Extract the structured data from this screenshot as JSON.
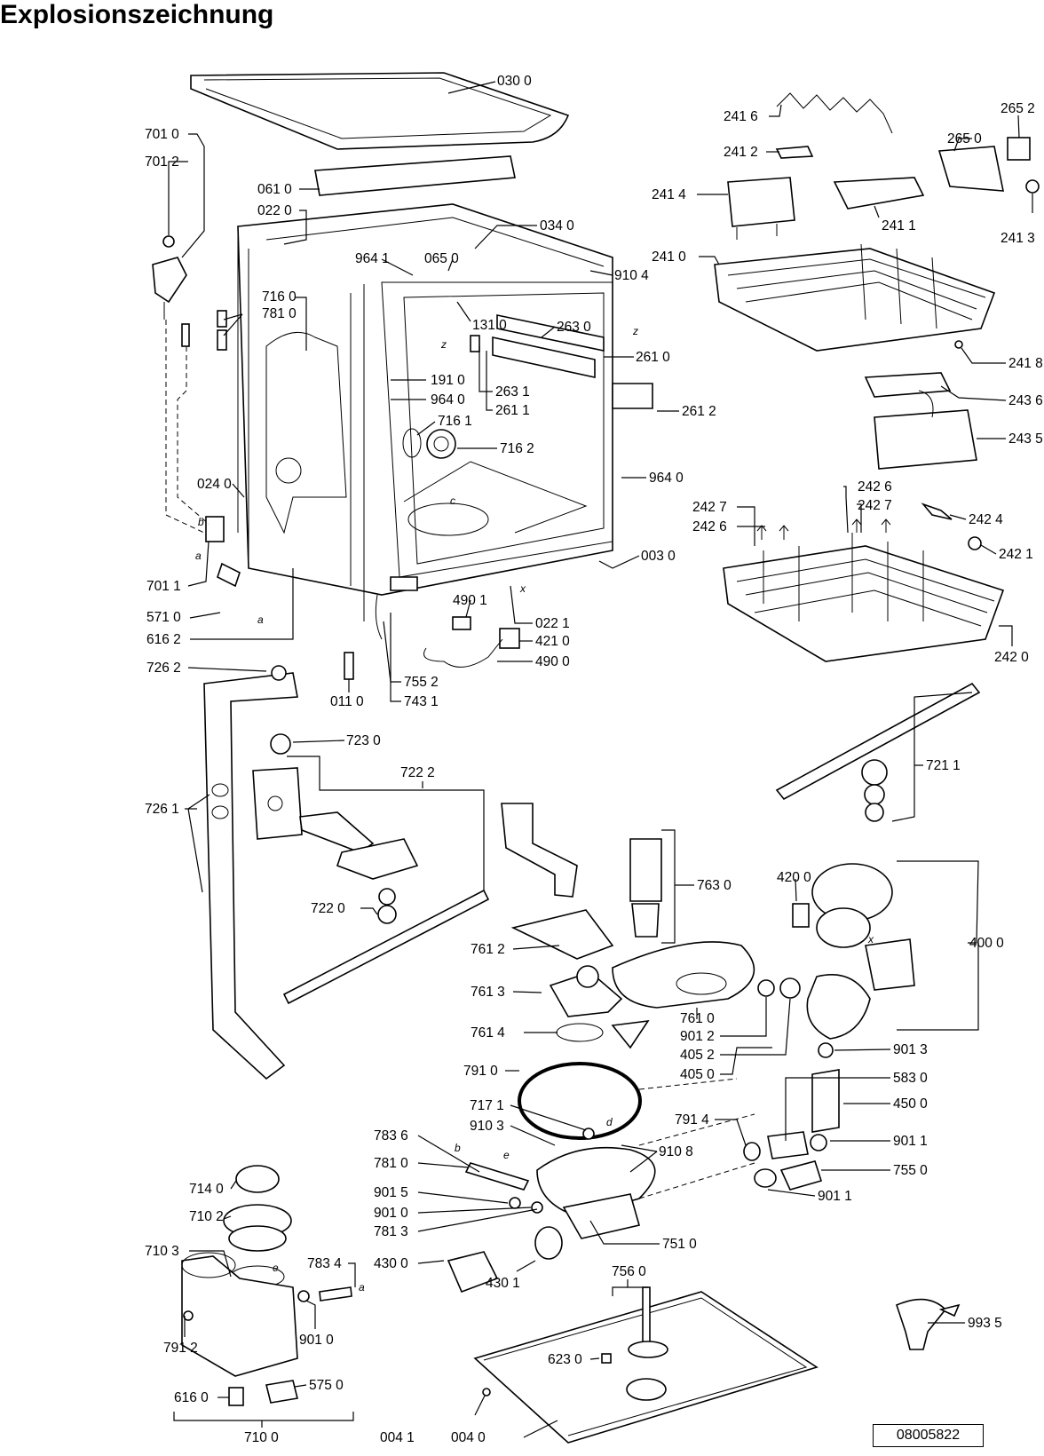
{
  "title": "Explosionszeichnung",
  "document_number": "08005822",
  "letter_marks": [
    "z",
    "z",
    "c",
    "x",
    "b",
    "a",
    "a",
    "x",
    "d",
    "e",
    "b",
    "e",
    "a"
  ],
  "part_labels": {
    "p0300": "030 0",
    "p7010": "701 0",
    "p7012": "701 2",
    "p0610": "061 0",
    "p0220": "022 0",
    "p0340": "034 0",
    "p9641a": "964 1",
    "p0650": "065 0",
    "p9104": "910 4",
    "p7160": "716 0",
    "p7810a": "781 0",
    "p1310": "131 0",
    "p2630": "263 0",
    "p2610": "261 0",
    "p1910": "191 0",
    "p9640a": "964 0",
    "p2631": "263 1",
    "p2611": "261 1",
    "p2612": "261 2",
    "p7161": "716 1",
    "p7162": "716 2",
    "p0240": "024 0",
    "p9640b": "964 0",
    "p0030": "003 0",
    "p7011": "701 1",
    "p4901": "490 1",
    "p0221": "022 1",
    "p5710": "571 0",
    "p4210": "421 0",
    "p6162": "616 2",
    "p4900": "490 0",
    "p7262": "726 2",
    "p7552": "755 2",
    "p0110": "011 0",
    "p7431": "743 1",
    "p2416": "241 6",
    "p2652": "265 2",
    "p2650": "265 0",
    "p2412": "241 2",
    "p2414": "241 4",
    "p2411": "241 1",
    "p2413": "241 3",
    "p2410": "241 0",
    "p2418": "241 8",
    "p2436": "243 6",
    "p2435": "243 5",
    "p2426a": "242 6",
    "p2427a": "242 7",
    "p2427b": "242 7",
    "p2426b": "242 6",
    "p2424": "242 4",
    "p2421": "242 1",
    "p2420": "242 0",
    "p7230": "723 0",
    "p7222": "722 2",
    "p7211": "721 1",
    "p7261": "726 1",
    "p7220": "722 0",
    "p7630": "763 0",
    "p4200": "420 0",
    "p4000": "400 0",
    "p7612": "761 2",
    "p7613": "761 3",
    "p7610": "761 0",
    "p9012": "901 2",
    "p7614": "761 4",
    "p4052": "405 2",
    "p4050": "405 0",
    "p9013": "901 3",
    "p7910": "791 0",
    "p5830": "583 0",
    "p7171": "717 1",
    "p4500": "450 0",
    "p9103": "910 3",
    "p7914": "791 4",
    "p7836": "783 6",
    "p9108": "910 8",
    "p9011a": "901 1",
    "p7810b": "781 0",
    "p7550": "755 0",
    "p7140": "714 0",
    "p9015": "901 5",
    "p9011b": "901 1",
    "p7102": "710 2",
    "p9010a": "901 0",
    "p7813": "781 3",
    "p7510": "751 0",
    "p7103": "710 3",
    "p7834": "783 4",
    "p4300": "430 0",
    "p4301": "430 1",
    "p7560": "756 0",
    "p9010b": "901 0",
    "p7912": "791 2",
    "p9935": "993 5",
    "p6230": "623 0",
    "p6160": "616 0",
    "p5750": "575 0",
    "p7100": "710 0",
    "p0041": "004 1",
    "p0040": "004 0"
  }
}
